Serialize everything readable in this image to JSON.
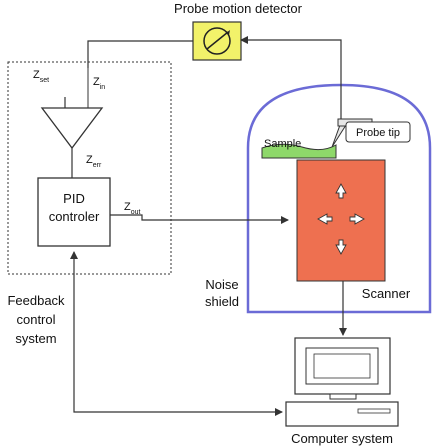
{
  "title": "Probe motion detector",
  "signals": {
    "z_set_main": "Z",
    "z_set_sub": "set",
    "z_in_main": "Z",
    "z_in_sub": "in",
    "z_err_main": "Z",
    "z_err_sub": "err",
    "z_out_main": "Z",
    "z_out_sub": "out"
  },
  "pid": {
    "line1": "PID",
    "line2": "controler"
  },
  "labels": {
    "sample": "Sample",
    "probe_tip": "Probe tip",
    "scanner": "Scanner",
    "noise_line1": "Noise",
    "noise_line2": "shield",
    "feedback_line1": "Feedback",
    "feedback_line2": "control",
    "feedback_line3": "system",
    "computer_system": "Computer system"
  },
  "colors": {
    "detector_fill": "#f2f26a",
    "shield_stroke": "#6b6bd6",
    "scanner_fill": "#ee7050",
    "sample_fill": "#8ed86a",
    "line": "#333333"
  },
  "icons": {
    "detector": "gauge-icon",
    "scanner_arrows": "four-direction-arrows-icon",
    "computer": "monitor-icon"
  }
}
